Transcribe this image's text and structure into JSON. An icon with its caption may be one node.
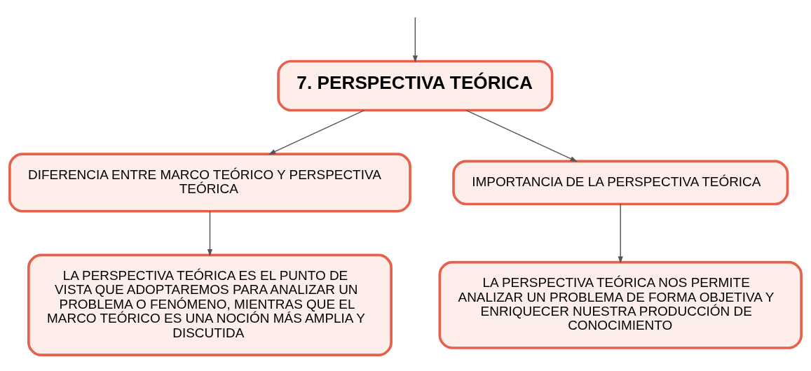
{
  "diagram": {
    "nodes": [
      {
        "text": [
          "7. PERSPECTIVA TEÓRICA"
        ]
      },
      {
        "text": [
          "DIFERENCIA ENTRE MARCO TEÓRICO Y PERSPECTIVA TEÓRICA"
        ]
      },
      {
        "text": [
          "IMPORTANCIA DE LA PERSPECTIVA TEÓRICA"
        ]
      },
      {
        "text": [
          "LA PERSPECTIVA TEÓRICA ES EL PUNTO DE VISTA QUE ADOPTAREMOS PARA ANALIZAR UN PROBLEMA O FENÓMENO, MIENTRAS QUE EL MARCO TEÓRICO ES UNA NOCIÓN MÁS AMPLIA Y DISCUTIDA"
        ]
      },
      {
        "text": [
          "LA PERSPECTIVA TEÓRICA NOS PERMITE ANALIZAR UN PROBLEMA DE FORMA OBJETIVA Y ENRIQUECER NUESTRA PRODUCCIÓN DE CONOCIMIENTO"
        ]
      }
    ],
    "edges": [
      {
        "from": null,
        "to": 0,
        "arrow": "to"
      },
      {
        "from": 0,
        "to": 1,
        "arrow": "to"
      },
      {
        "from": 0,
        "to": 2,
        "arrow": "to"
      },
      {
        "from": 1,
        "to": 3,
        "arrow": "to"
      },
      {
        "from": 2,
        "to": 4,
        "arrow": "to"
      }
    ]
  }
}
